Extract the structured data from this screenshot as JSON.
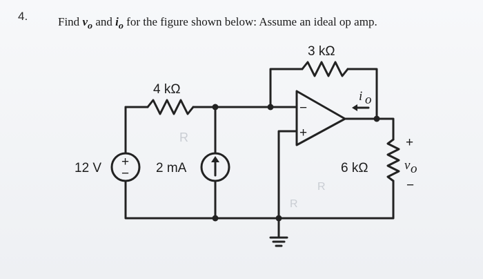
{
  "problem": {
    "number": "4.",
    "text_find": "Find ",
    "var_v": "v",
    "sub_o_v": "o",
    "text_and": " and ",
    "var_i": "i",
    "sub_o_i": "o",
    "text_rest": " for the figure shown below: Assume an ideal op amp."
  },
  "circuit": {
    "r_feedback": "3 kΩ",
    "r_input": "4 kΩ",
    "r_load": "6 kΩ",
    "voltage_source": "12 V",
    "current_source": "2 mA",
    "output_current_label": "i",
    "output_current_sub": "o",
    "output_voltage_label": "v",
    "output_voltage_sub": "o",
    "plus_sign": "+",
    "minus_sign": "−",
    "opamp_inverting": "−",
    "opamp_noninverting": "+",
    "source_plus": "+",
    "source_minus": "−"
  }
}
